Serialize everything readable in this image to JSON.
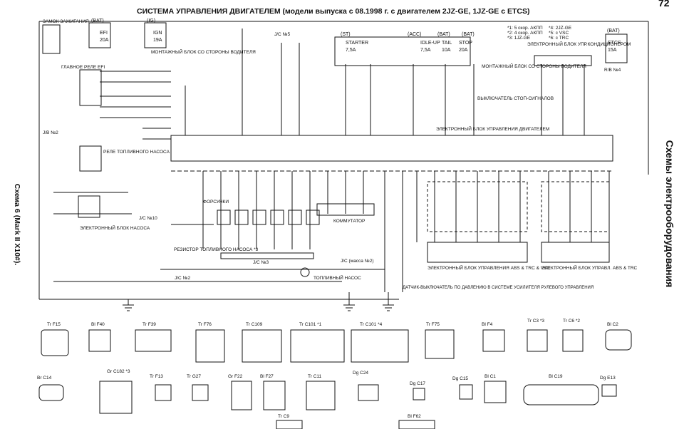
{
  "title": "СИСТЕМА УПРАВЛЕНИЯ ДВИГАТЕЛЕМ (модели выпуска с 08.1998 г. с двигателем 2JZ-GE, 1JZ-GE с ETCS)",
  "page_number": "72",
  "section_title": "Схемы электрооборудования",
  "scheme_label": "Схема 6 (Mark II X10#).",
  "fuse_labels": [
    {
      "id": "efi",
      "tag": "(BAT)",
      "name": "EFI",
      "rating": "20A"
    },
    {
      "id": "ign",
      "tag": "(IG)",
      "name": "IGN",
      "rating": "19A"
    },
    {
      "id": "starter",
      "tag": "(ST)",
      "name": "STARTER",
      "rating": "7,5A"
    },
    {
      "id": "idle",
      "tag": "(ACC)",
      "name": "IDLE-UP",
      "rating": "7,5A"
    },
    {
      "id": "tail",
      "tag": "(BAT)",
      "name": "TAIL",
      "rating": "10A"
    },
    {
      "id": "stop",
      "tag": "(BAT)",
      "name": "STOP",
      "rating": "20A"
    },
    {
      "id": "etcs",
      "tag": "(BAT)",
      "name": "ETCS",
      "rating": "15A"
    }
  ],
  "notes": [
    "*1: 5 скор. АКПП",
    "*2: 4 скор. АКПП",
    "*3: 1JZ-GE",
    "*4: 2JZ-GE",
    "*5: с VSC",
    "*6: с TRC"
  ],
  "labels": {
    "ignition_switch": "ЗАМОК ЗАЖИГАНИЯ",
    "main_relay": "ГЛАВНОЕ РЕЛЕ EFI",
    "jb_driver": "МОНТАЖНЫЙ БЛОК СО СТОРОНЫ ВОДИТЕЛЯ",
    "jb_driver2": "МОНТАЖНЫЙ БЛОК СО СТОРОНЫ ВОДИТЕЛЯ",
    "jb_ac": "ЭЛЕКТРОННЫЙ БЛОК УПР.КОНДИЦИОНЕРОМ",
    "stop_switch": "ВЫКЛЮЧАТЕЛЬ СТОП-СИГНАЛОВ",
    "ecu": "ЭЛЕКТРОННЫЙ БЛОК УПРАВЛЕНИЯ ДВИГАТЕЛЕМ",
    "fuel_relay": "РЕЛЕ ТОПЛИВНОГО НАСОСА",
    "fuel_pump_ecu": "ЭЛЕКТРОННЫЙ БЛОК НАСОСА",
    "fuel_resistor": "РЕЗИСТОР ТОПЛИВНОГО НАСОСА *3",
    "injectors": "ФОРСУНКИ",
    "commutator": "КОММУТАТОР",
    "fuel_pump": "ТОПЛИВНЫЙ НАСОС",
    "jc_mass": "J/C (масса №2)",
    "pressure_sensor": "ДАТЧИК-ВЫКЛЮЧАТЕЛЬ ПО ДАВЛЕНИЮ В СИСТЕМЕ УСИЛИТЕЛЯ РУЛЕВОГО УПРАВЛЕНИЯ",
    "abs_vsc": "ЭЛЕКТРОННЫЙ БЛОК УПРАВЛЕНИЯ ABS & TRC & VSC",
    "abs_trc": "ЭЛЕКТРОННЫЙ БЛОК УПРАВЛ. ABS & TRC",
    "jb2": "J/B №2",
    "jc3": "J/C №3",
    "jc2": "J/C №2",
    "jc5": "J/C №5",
    "jc10": "J/C №10",
    "rb4": "R/B №4"
  },
  "connectors_row1": [
    {
      "code": "Tr",
      "id": "F15"
    },
    {
      "code": "Bl",
      "id": "F40"
    },
    {
      "code": "Tr",
      "id": "F39"
    },
    {
      "code": "Tr",
      "id": "F76"
    },
    {
      "code": "Tr",
      "id": "C109"
    },
    {
      "code": "Tr",
      "id": "C101 *1"
    },
    {
      "code": "Tr",
      "id": "C101 *4"
    },
    {
      "code": "Tr",
      "id": "F75"
    },
    {
      "code": "Bl",
      "id": "F4"
    },
    {
      "code": "Tr",
      "id": "C3 *3"
    },
    {
      "code": "Tr",
      "id": "C6 *2"
    },
    {
      "code": "Bl",
      "id": "C2"
    }
  ],
  "connectors_row2": [
    {
      "code": "Br",
      "id": "C14"
    },
    {
      "code": "Gr",
      "id": "C182 *3"
    },
    {
      "code": "Tr",
      "id": "F13"
    },
    {
      "code": "Tr",
      "id": "G27"
    },
    {
      "code": "Gr",
      "id": "F22"
    },
    {
      "code": "Bl",
      "id": "F27"
    },
    {
      "code": "Tr",
      "id": "C11"
    },
    {
      "code": "Dg",
      "id": "C24"
    },
    {
      "code": "Dg",
      "id": "C17"
    },
    {
      "code": "Dg",
      "id": "C15"
    },
    {
      "code": "Bl",
      "id": "C1"
    },
    {
      "code": "Bl",
      "id": "C19"
    },
    {
      "code": "Dg",
      "id": "E13"
    }
  ],
  "connectors_row3": [
    {
      "code": "Tr",
      "id": "C9"
    },
    {
      "code": "Bl",
      "id": "F62"
    }
  ],
  "colors": {
    "ink": "#111111",
    "paper": "#ffffff"
  }
}
